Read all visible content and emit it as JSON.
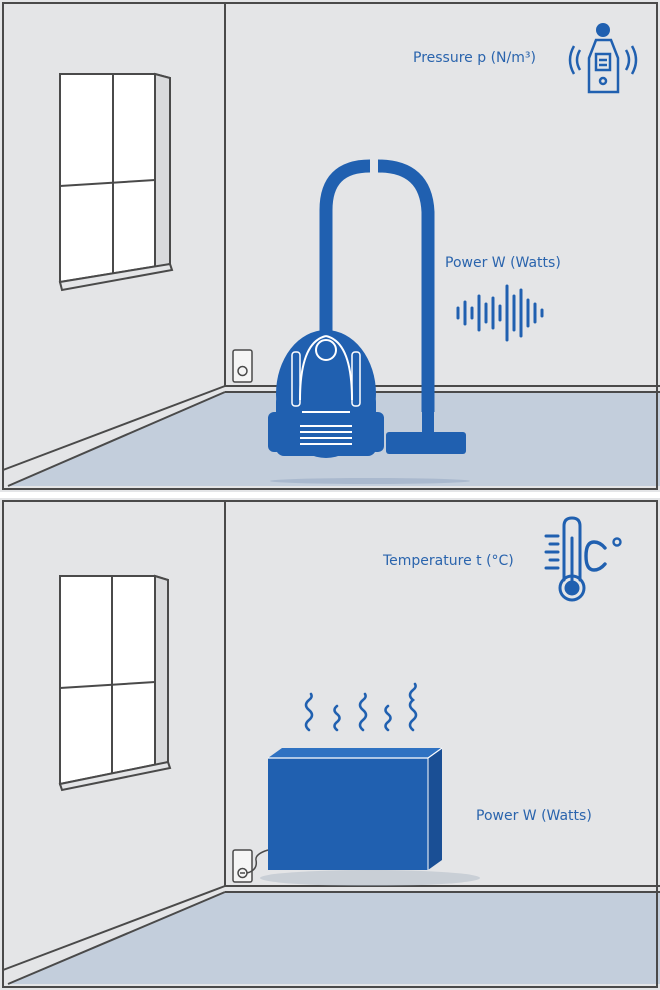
{
  "colors": {
    "wall": "#e4e5e7",
    "floor": "#c3cedc",
    "line": "#4a4a4a",
    "blue": "#2060b0",
    "label_blue": "#2a64ad"
  },
  "top_scene": {
    "pressure_label": "Pressure p (N/m³)",
    "power_label": "Power W (Watts)",
    "appliance": "vacuum-cleaner",
    "icons": [
      "sound-level-meter-icon",
      "sound-wave-icon"
    ]
  },
  "bottom_scene": {
    "temperature_label": "Temperature t (°C)",
    "power_label": "Power W (Watts)",
    "appliance": "space-heater",
    "icons": [
      "thermometer-icon",
      "heat-waves-icon"
    ]
  }
}
